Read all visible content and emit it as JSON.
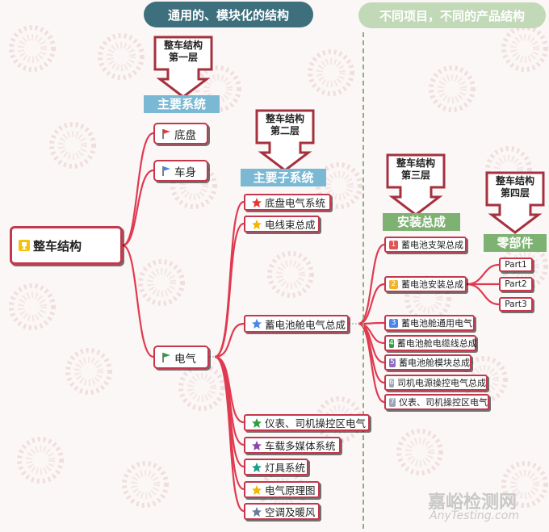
{
  "headers": {
    "left": "通用的、模块化的结构",
    "right": "不同项目，不同的产品结构"
  },
  "callouts": {
    "layer1": [
      "整车结构",
      "第一层"
    ],
    "layer2": [
      "整车结构",
      "第二层"
    ],
    "layer3": [
      "整车结构",
      "第三层"
    ],
    "layer4": [
      "整车结构",
      "第四层"
    ]
  },
  "levels": {
    "main_systems": "主要系统",
    "sub_systems": "主要子系统",
    "assemblies": "安装总成",
    "parts": "零部件"
  },
  "root": {
    "label": "整车结构",
    "icon": "trophy-icon"
  },
  "main_systems": [
    {
      "label": "底盘",
      "icon": "red-flag-icon"
    },
    {
      "label": "车身",
      "icon": "blue-flag-icon"
    },
    {
      "label": "电气",
      "icon": "green-flag-icon"
    }
  ],
  "sub_systems": [
    {
      "label": "底盘电气系统",
      "star_color": "#e53935"
    },
    {
      "label": "电线束总成",
      "star_color": "#f4b400"
    },
    {
      "label": "蓄电池舱电气总成",
      "star_color": "#4a86e8"
    },
    {
      "label": "仪表、司机操控区电气",
      "star_color": "#2e9e44"
    },
    {
      "label": "车载多媒体系统",
      "star_color": "#8e44ad"
    },
    {
      "label": "灯具系统",
      "star_color": "#1f9e8a"
    },
    {
      "label": "电气原理图",
      "star_color": "#f4b400"
    },
    {
      "label": "空调及暖风",
      "star_color": "#6b7a99"
    }
  ],
  "assemblies": [
    {
      "num": "1",
      "label": "蓄电池支架总成",
      "color": "#e05555"
    },
    {
      "num": "2",
      "label": "蓄电池安装总成",
      "color": "#f0b429"
    },
    {
      "num": "3",
      "label": "蓄电池舱通用电气",
      "color": "#4a86e8"
    },
    {
      "num": "4",
      "label": "蓄电池舱电缆线总成",
      "color": "#2e9e44"
    },
    {
      "num": "5",
      "label": "蓄电池舱模块总成",
      "color": "#8e6fbf"
    },
    {
      "num": "6",
      "label": "司机电源操控电气总成",
      "color": "#9aa6b8"
    },
    {
      "num": "7",
      "label": "仪表、司机操控区电气",
      "color": "#9aa6b8"
    }
  ],
  "parts": [
    "Part1",
    "Part2",
    "Part3"
  ],
  "watermark": {
    "cn": "嘉峪检测网",
    "en": "AnyTesting.com"
  },
  "colors": {
    "node_border": "#c5374c",
    "link": "#e03a50",
    "header_left": "#3e6f7d",
    "header_right": "#c2d9b8"
  }
}
